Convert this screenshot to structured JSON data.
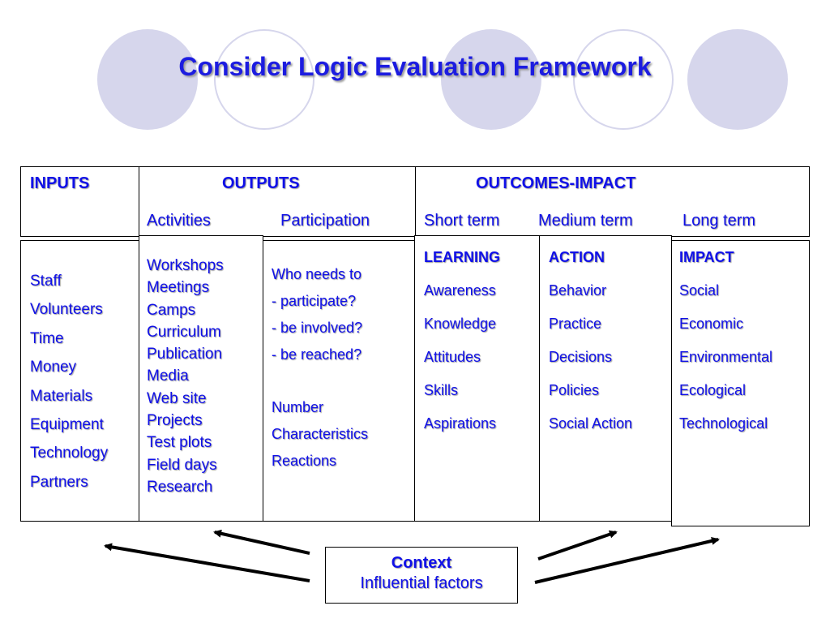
{
  "title": "Consider Logic Evaluation Framework",
  "headers": {
    "inputs": "INPUTS",
    "outputs": "OUTPUTS",
    "outcomes": "OUTCOMES-IMPACT"
  },
  "subheaders": {
    "activities": "Activities",
    "participation": "Participation",
    "short_term": "Short term",
    "medium_term": "Medium term",
    "long_term": "Long term"
  },
  "inputs": [
    "Staff",
    "Volunteers",
    "Time",
    "Money",
    "Materials",
    "Equipment",
    "Technology",
    "Partners"
  ],
  "activities": [
    "Workshops",
    "Meetings",
    "Camps",
    "Curriculum",
    "Publication",
    "Media",
    "Web site",
    "Projects",
    "Test plots",
    "Field days",
    "Research"
  ],
  "participation": {
    "question": [
      "Who needs to",
      "- participate?",
      "- be involved?",
      "- be reached?"
    ],
    "measures": [
      "Number",
      "Characteristics",
      "Reactions"
    ]
  },
  "learning": {
    "heading": "LEARNING",
    "items": [
      "Awareness",
      "Knowledge",
      "Attitudes",
      "Skills",
      "Aspirations"
    ]
  },
  "action": {
    "heading": "ACTION",
    "items": [
      "Behavior",
      "Practice",
      "Decisions",
      "Policies",
      "Social Action"
    ]
  },
  "impact": {
    "heading": "IMPACT",
    "items": [
      "Social",
      "Economic",
      "Environmental",
      "Ecological",
      "Technological"
    ]
  },
  "context": {
    "title": "Context",
    "subtitle": "Influential factors"
  },
  "colors": {
    "text": "#1010e8",
    "circle": "#d6d6ec",
    "border": "#000000"
  }
}
